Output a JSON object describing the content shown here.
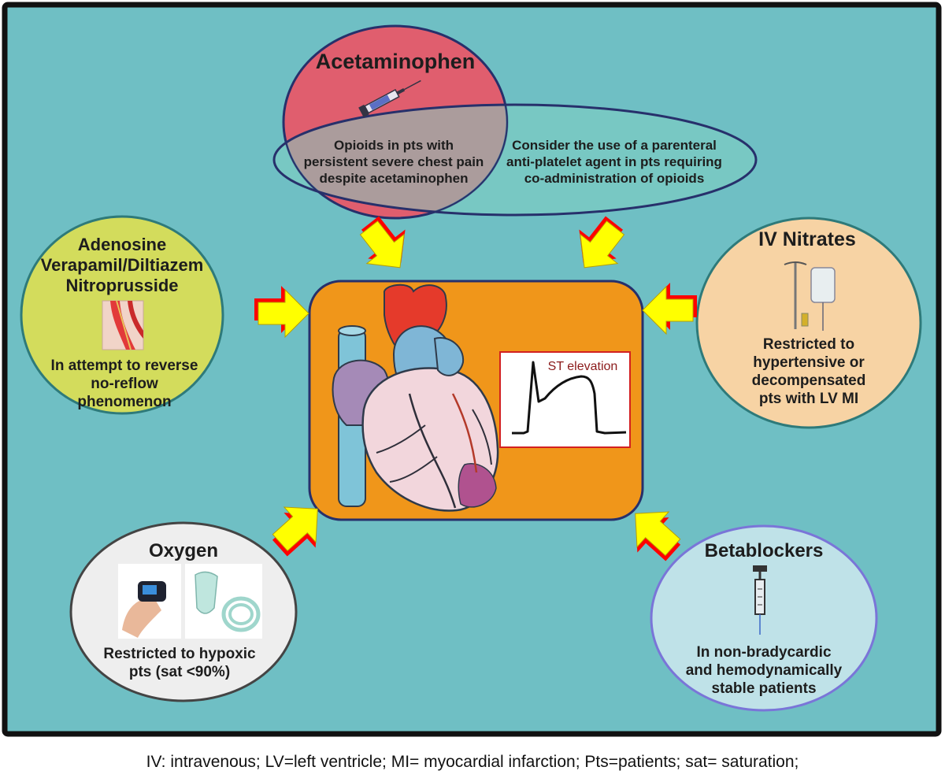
{
  "acetaminophen": {
    "title": "Acetaminophen",
    "icon": "syringe-icon"
  },
  "opioids": {
    "line1": "Opioids in pts with",
    "line2": "persistent severe chest pain",
    "line3": "despite acetaminophen"
  },
  "antiplatelet": {
    "line1": "Consider the use of a parenteral",
    "line2": "anti-platelet agent in pts requiring",
    "line3": "co-administration of opioids"
  },
  "adenosine": {
    "title1": "Adenosine",
    "title2": "Verapamil/Diltiazem",
    "title3": "Nitroprusside",
    "icon": "vessel-catheter-icon",
    "line1": "In attempt to reverse",
    "line2": "no-reflow",
    "line3": "phenomenon"
  },
  "nitrates": {
    "title": "IV Nitrates",
    "icon": "iv-drip-icon",
    "line1": "Restricted to",
    "line2": "hypertensive or",
    "line3": "decompensated",
    "line4": "pts with LV MI"
  },
  "oxygen": {
    "title": "Oxygen",
    "icons": [
      "pulse-oximeter-icon",
      "oxygen-mask-icon"
    ],
    "line1": "Restricted to hypoxic",
    "line2": "pts (sat <90%)"
  },
  "betablockers": {
    "title": "Betablockers",
    "icon": "syringe-icon",
    "line1": "In non-bradycardic",
    "line2": "and hemodynamically",
    "line3": "stable patients"
  },
  "center": {
    "icon": "heart-icon",
    "ecg_label": "ST elevation",
    "ecg_icon": "ecg-trace-icon"
  },
  "footnote": "IV: intravenous; LV=left ventricle; MI= myocardial infarction; Pts=patients; sat= saturation;",
  "colors": {
    "background": "#6fbfc4",
    "frame": "#111111",
    "acetaminophen_fill": "#e05e6e",
    "opioids_fill": "#87c9bd",
    "adenosine_fill": "#d3dc5c",
    "nitrates_fill": "#f7d3a4",
    "oxygen_fill": "#eeeeee",
    "betablockers_fill": "#bfe2e8",
    "center_fill": "#f0961a",
    "arrow_fill": "#ffff00",
    "arrow_shadow": "#ff0000"
  }
}
